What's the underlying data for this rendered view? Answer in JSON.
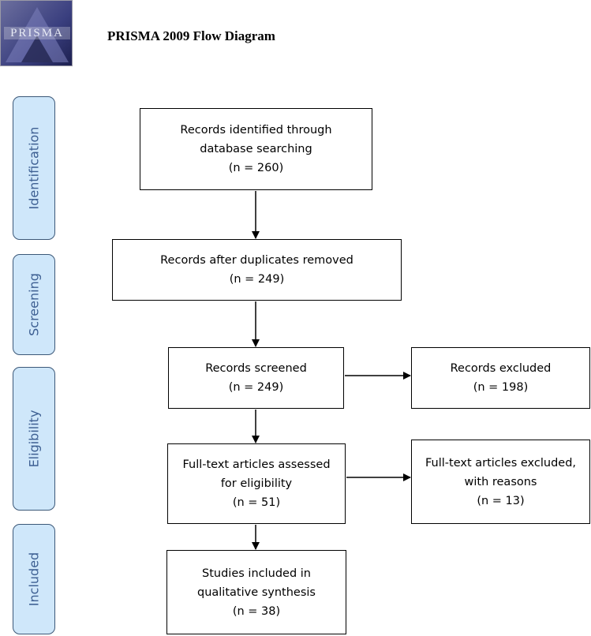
{
  "logo_text": "PRISMA",
  "title": "PRISMA 2009 Flow Diagram",
  "stages": {
    "identification": "Identification",
    "screening": "Screening",
    "eligibility": "Eligibility",
    "included": "Included"
  },
  "boxes": {
    "identified": {
      "line1": "Records identified through",
      "line2": "database searching",
      "count": "(n = 260)"
    },
    "duplicates": {
      "line1": "Records after duplicates removed",
      "count": "(n = 249)"
    },
    "screened": {
      "line1": "Records screened",
      "count": "(n = 249)"
    },
    "excluded": {
      "line1": "Records excluded",
      "count": "(n = 198)"
    },
    "fulltext": {
      "line1": "Full-text articles assessed",
      "line2": "for eligibility",
      "count": "(n = 51)"
    },
    "fulltext_excluded": {
      "line1": "Full-text articles excluded,",
      "line2": "with reasons",
      "count": "(n = 13)"
    },
    "included": {
      "line1": "Studies included in",
      "line2": "qualitative synthesis",
      "count": "(n = 38)"
    }
  }
}
